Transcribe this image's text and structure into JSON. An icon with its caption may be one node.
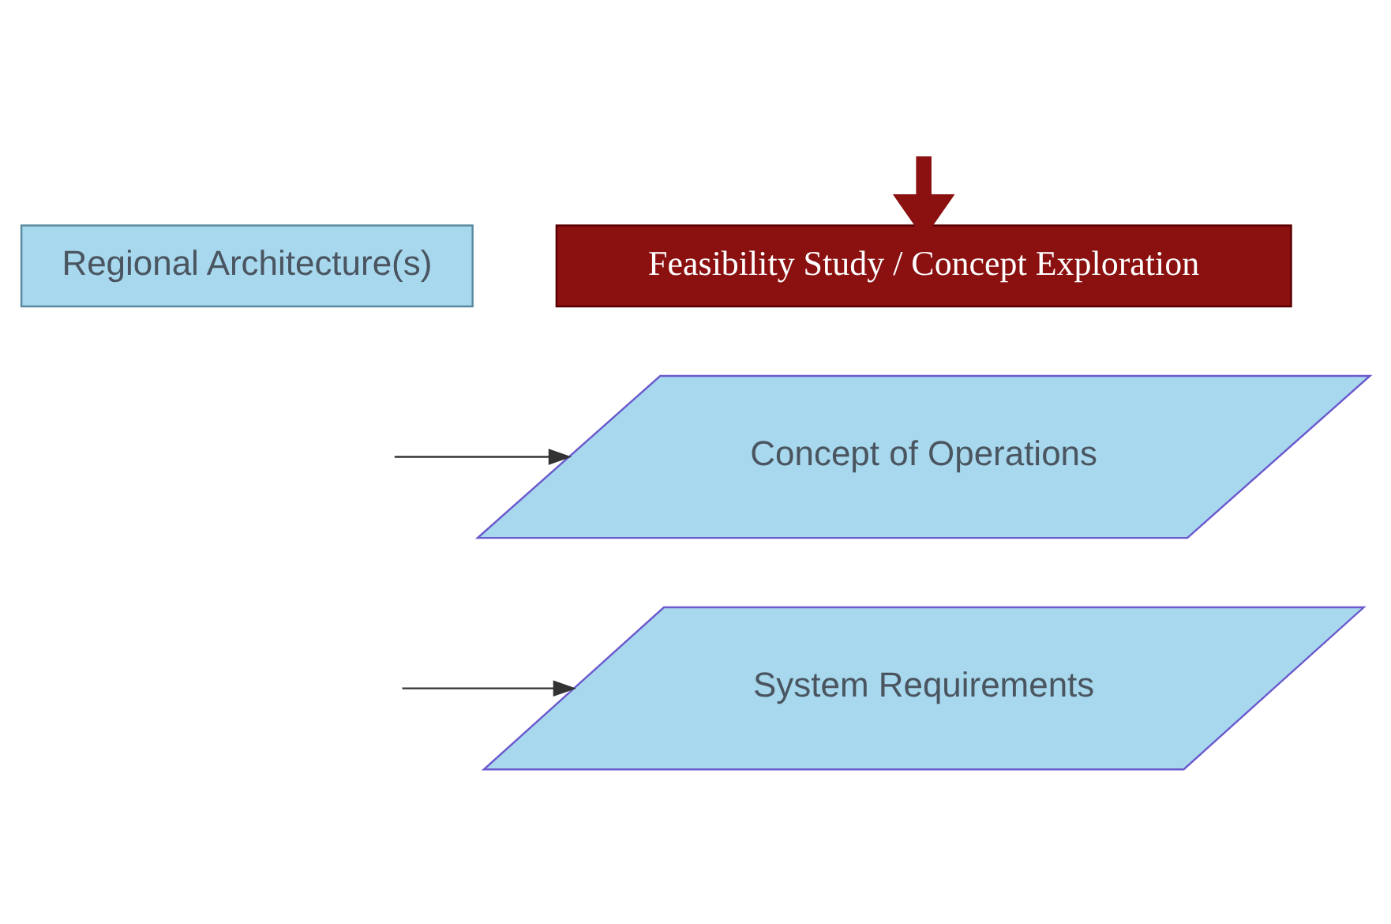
{
  "diagram": {
    "nodes": [
      {
        "text": [
          "Regional Architecture(s)"
        ]
      },
      {
        "text": [
          "Feasibility Study / Concept Exploration"
        ]
      },
      {
        "text": [
          "Concept of Operations"
        ]
      },
      {
        "text": [
          "System Requirements"
        ]
      }
    ],
    "edges": [
      {
        "from": null,
        "to": 1,
        "arrow": "to",
        "style": "thick",
        "color": "#8b1010"
      },
      {
        "from": null,
        "to": 2,
        "arrow": "to"
      },
      {
        "from": null,
        "to": 3,
        "arrow": "to"
      }
    ]
  }
}
